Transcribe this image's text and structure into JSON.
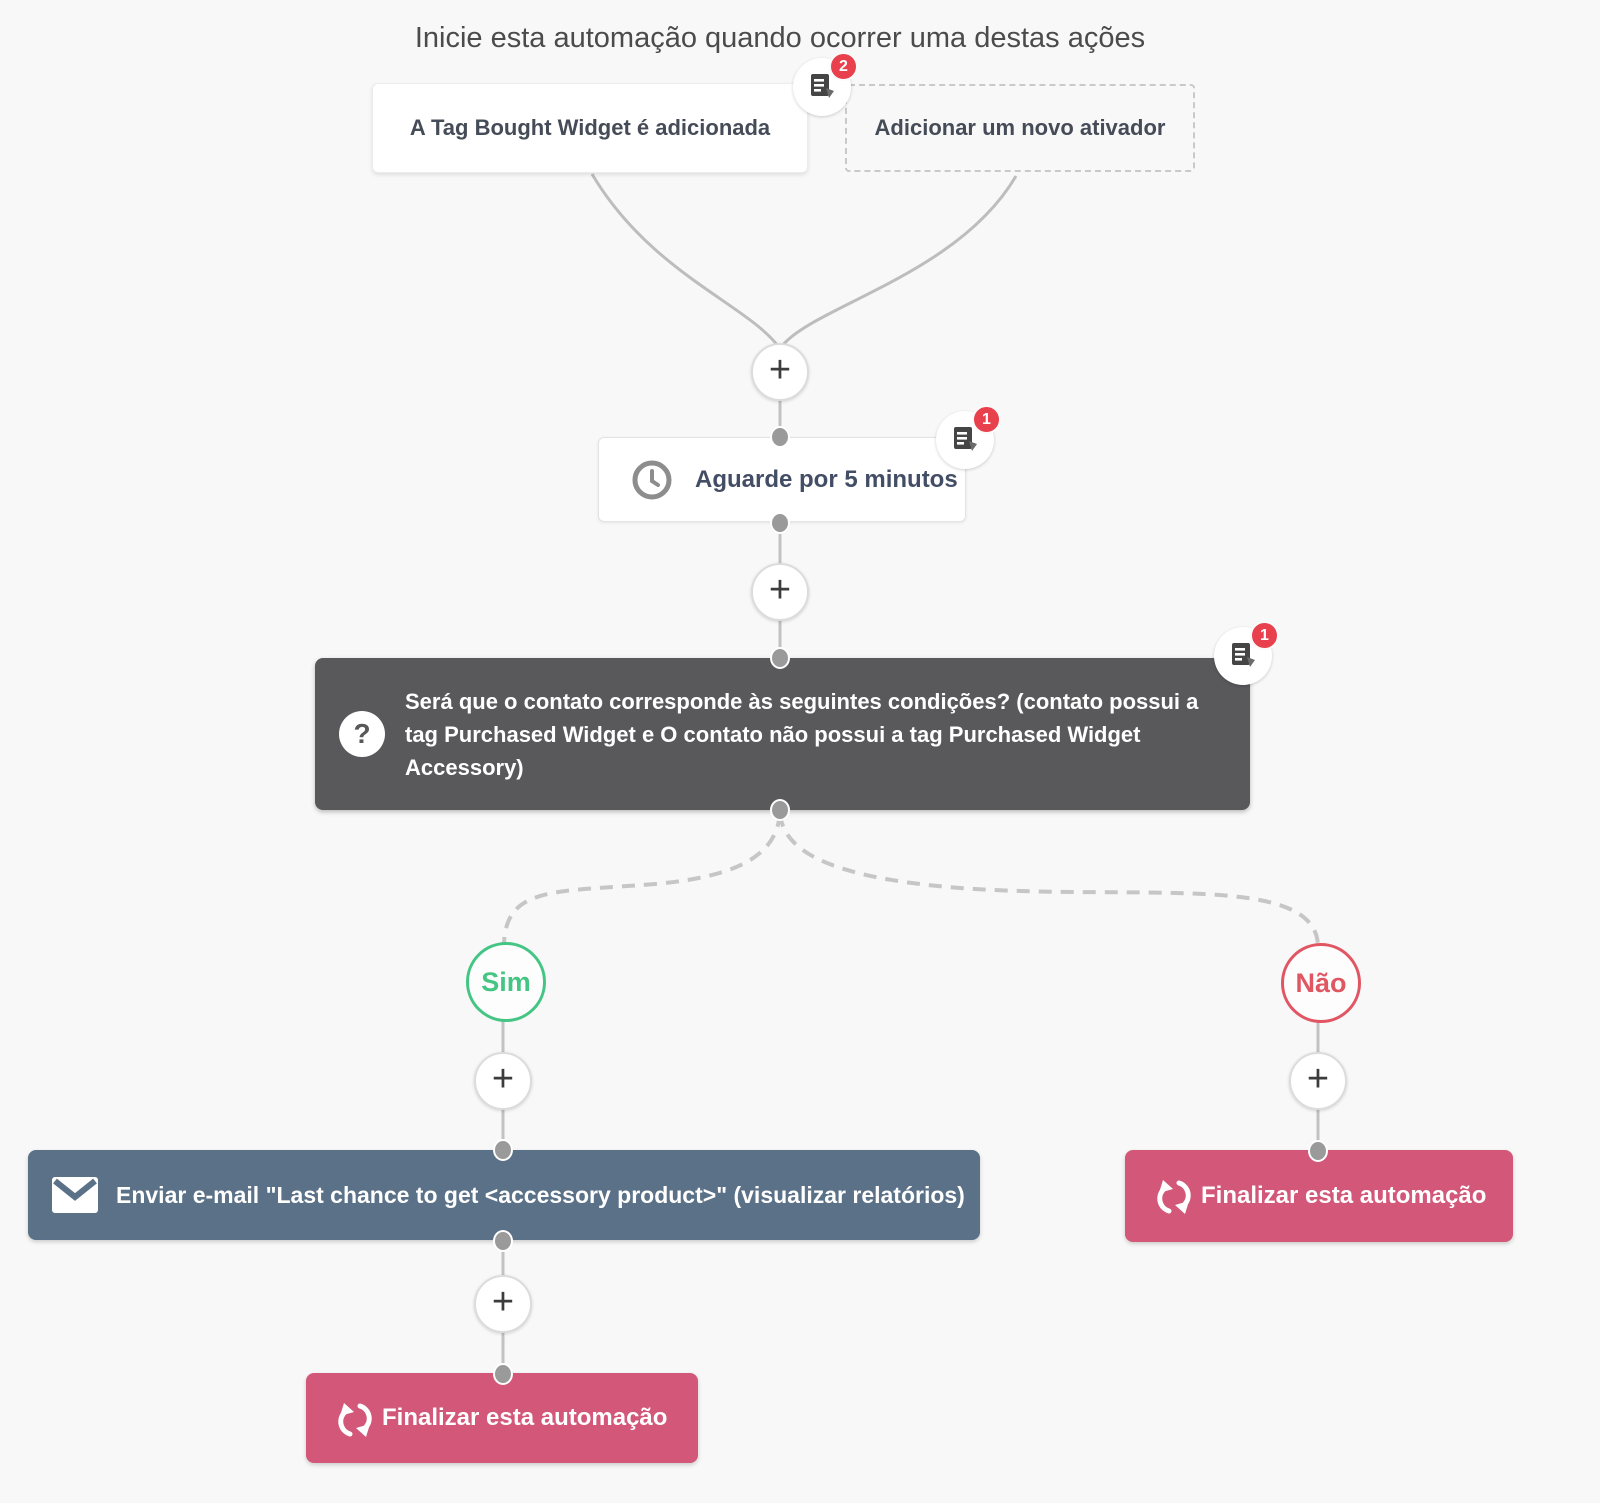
{
  "canvas": {
    "title": "Inicie esta automação quando ocorrer uma destas ações"
  },
  "icons": {
    "plus": "+",
    "question": "?"
  },
  "triggers": {
    "tag_added": {
      "label": "A Tag Bought Widget é adicionada",
      "notes_count": "2"
    },
    "add_new": {
      "label": "Adicionar um novo ativador"
    }
  },
  "wait": {
    "label": "Aguarde por 5 minutos",
    "notes_count": "1"
  },
  "condition": {
    "label": "Será que o contato corresponde às seguintes condições? (contato possui a tag Purchased Widget e O contato não possui a tag Purchased Widget Accessory)",
    "notes_count": "1"
  },
  "branches": {
    "yes": "Sim",
    "no": "Não"
  },
  "actions": {
    "send_email": {
      "label": "Enviar e-mail \"Last chance to get <accessory product>\" (visualizar relatórios)"
    },
    "end_yes": {
      "label": "Finalizar esta automação"
    },
    "end_no": {
      "label": "Finalizar esta automação"
    }
  },
  "colors": {
    "background": "#f8f8f8",
    "condition_bg": "#59595b",
    "email_bg": "#5a7187",
    "end_bg": "#d25778",
    "yes_accent": "#45c584",
    "no_accent": "#e15663",
    "badge_red": "#e8404c",
    "wire_gray": "#c2c2c2"
  }
}
